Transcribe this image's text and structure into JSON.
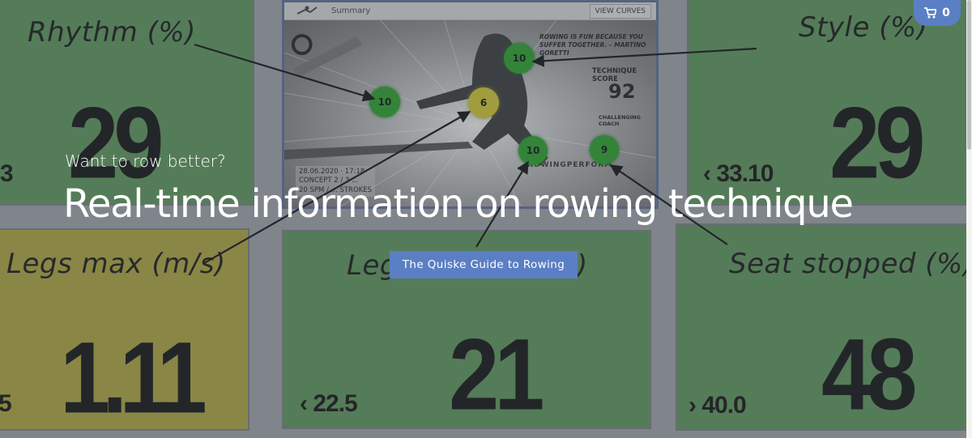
{
  "tiles": {
    "rhythm": {
      "title": "Rhythm (%)",
      "value": "29",
      "sub": "3"
    },
    "style": {
      "title": "Style (%)",
      "value": "29",
      "sub": "‹ 33.10"
    },
    "legs_max": {
      "title": "Legs max (m/s)",
      "value": "1.11",
      "sub": "5"
    },
    "legs_center": {
      "title": "Leg",
      "title_end": ")",
      "value": "21",
      "sub": "‹ 22.5"
    },
    "seat_stopped": {
      "title": "Seat stopped (%)",
      "value": "48",
      "sub": "› 40.0"
    }
  },
  "app": {
    "summary_label": "Summary",
    "view_curves_label": "VIEW CURVES",
    "quote": "ROWING IS FUN BECAUSE YOU SUFFER TOGETHER. – MARTINO GORETTI",
    "technique_label": "TECHNIQUE SCORE",
    "technique_score": "92",
    "coach_label": "CHALLENGING COACH",
    "session_line1": "28.06.2020 · 17:18",
    "session_line2": "CONCEPT 2 / 3 ...",
    "session_line3": "20 SPM / ... STROKES",
    "brand": "ROWINGPERFORM",
    "dots": {
      "d1": "10",
      "d2": "10",
      "d3": "6",
      "d4": "10",
      "d5": "9"
    }
  },
  "hero": {
    "tagline": "Want to row better?",
    "headline": "Real-time information on rowing technique",
    "cta_label": "The Quiske Guide to Rowing"
  },
  "cart": {
    "count": "0"
  },
  "colors": {
    "tile_green": "#5f955a",
    "tile_yellow": "#b0a53c",
    "accent_blue": "#5b7fc4",
    "dot_green": "#2aa12a",
    "dot_yellow": "#d3c631"
  }
}
